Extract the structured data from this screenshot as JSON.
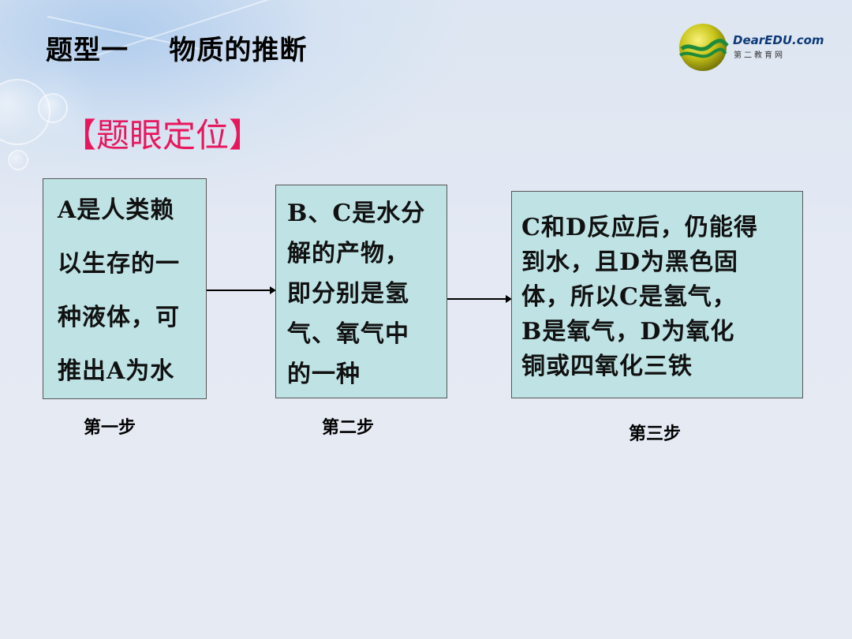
{
  "header": {
    "title": "题型一    物质的推断",
    "logo": {
      "text": "DearEDU.com",
      "subtext": "第二教育网"
    }
  },
  "section": {
    "heading": "【题眼定位】"
  },
  "flow": {
    "boxes": [
      {
        "lines": [
          "A是人类赖",
          "以生存的一",
          "种液体，可",
          "推出A为水"
        ]
      },
      {
        "lines": [
          "B、C是水分",
          "解的产物，",
          "即分别是氢",
          "气、氧气中",
          "的一种"
        ]
      },
      {
        "lines": [
          "C和D反应后，仍能得",
          "到水，且D为黑色固",
          "体，所以C是氢气，",
          "B是氧气，D为氧化",
          "铜或四氧化三铁"
        ]
      }
    ],
    "steps": [
      "第一步",
      "第二步",
      "第三步"
    ]
  }
}
